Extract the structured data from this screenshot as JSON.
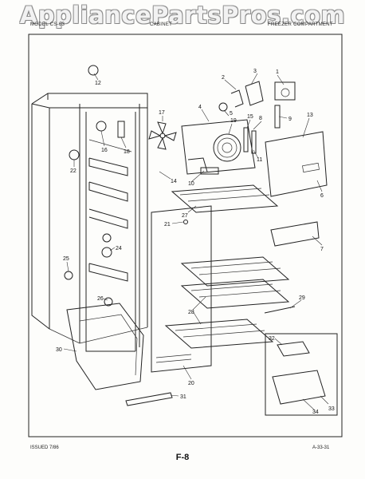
{
  "watermark": "AppliancePartsPros.com",
  "header": {
    "model_text": "MODEL CS-63",
    "center_text": "CABINET",
    "right_text": "FREEZER COMPARTMENT"
  },
  "footer": {
    "issued": "ISSUED 7/86",
    "page_code": "F-8",
    "ref": "A-33-31"
  },
  "callouts": [
    "1",
    "2",
    "3",
    "4",
    "5",
    "6",
    "7",
    "8",
    "9",
    "10",
    "11",
    "12",
    "13",
    "14",
    "15",
    "16",
    "17",
    "18",
    "19",
    "20",
    "21",
    "22",
    "24",
    "25",
    "26",
    "27",
    "28",
    "29",
    "30",
    "31",
    "32",
    "33",
    "34"
  ]
}
